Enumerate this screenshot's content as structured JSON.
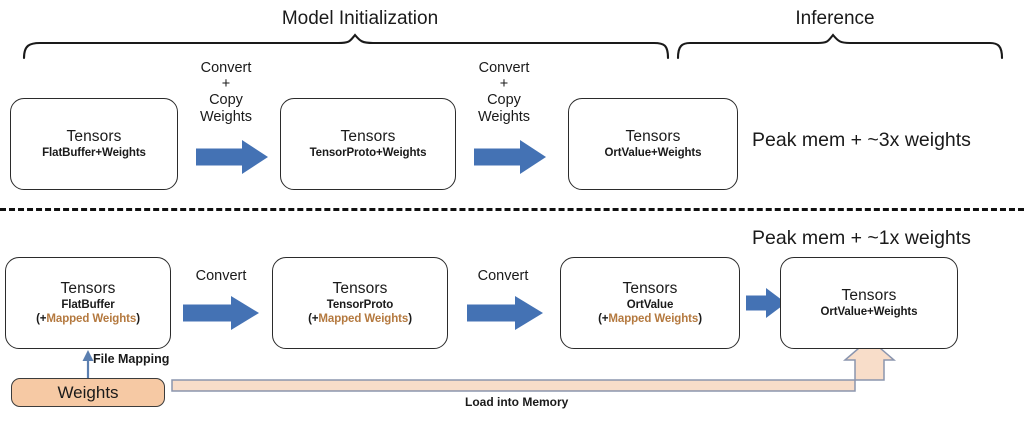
{
  "figure": {
    "title": "ONNX Runtime model initialization and inference weight memory flow",
    "colors": {
      "arrow_blue": "#4472b4",
      "mapped_weights_text": "#b4793f",
      "weights_fill": "#f6c9a4",
      "load_arrow_fill": "#f8ddc9",
      "load_arrow_stroke": "#8b95ae",
      "file_mapping_arrow": "#5b7fb0",
      "box_border": "#2b2b2b",
      "divider": "#111111"
    }
  },
  "phases": [
    {
      "label": "Model Initialization"
    },
    {
      "label": "Inference"
    }
  ],
  "top_row": {
    "boxes": [
      {
        "title": "Tensors",
        "subtitle": "FlatBuffer+Weights"
      },
      {
        "title": "Tensors",
        "subtitle": "TensorProto+Weights"
      },
      {
        "title": "Tensors",
        "subtitle": "OrtValue+Weights"
      }
    ],
    "arrow_labels": [
      {
        "line1": "Convert",
        "line2": "+",
        "line3": "Copy",
        "line4": "Weights"
      },
      {
        "line1": "Convert",
        "line2": "+",
        "line3": "Copy",
        "line4": "Weights"
      }
    ],
    "peak_memory": "Peak mem + ~3x weights"
  },
  "bottom_row": {
    "boxes": [
      {
        "title": "Tensors",
        "subtitle": "FlatBuffer",
        "mapped_open": "(+",
        "mapped": "Mapped Weights",
        "mapped_close": ")"
      },
      {
        "title": "Tensors",
        "subtitle": "TensorProto",
        "mapped_open": "(+",
        "mapped": "Mapped Weights",
        "mapped_close": ")"
      },
      {
        "title": "Tensors",
        "subtitle": "OrtValue",
        "mapped_open": "(+",
        "mapped": "Mapped Weights",
        "mapped_close": ")"
      },
      {
        "title": "Tensors",
        "subtitle": "OrtValue+Weights",
        "mapped_open": "",
        "mapped": "",
        "mapped_close": ""
      }
    ],
    "arrow_labels": [
      {
        "line1": "Convert"
      },
      {
        "line1": "Convert"
      }
    ],
    "peak_memory": "Peak mem + ~1x weights",
    "weights_box": "Weights",
    "file_mapping_label": "File Mapping",
    "load_label": "Load into Memory"
  }
}
